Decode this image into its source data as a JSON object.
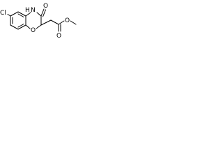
{
  "molecule": {
    "atom_labels": {
      "chlorine": "Cl",
      "nh_n": "N",
      "nh_h": "H",
      "ketone_oxygen": "O",
      "ring_oxygen": "O",
      "ester_carbonyl_oxygen": "O",
      "ester_ether_oxygen": "O"
    },
    "colors": {
      "bond": "#000000",
      "label": "#000000",
      "background": "#ffffff"
    }
  }
}
